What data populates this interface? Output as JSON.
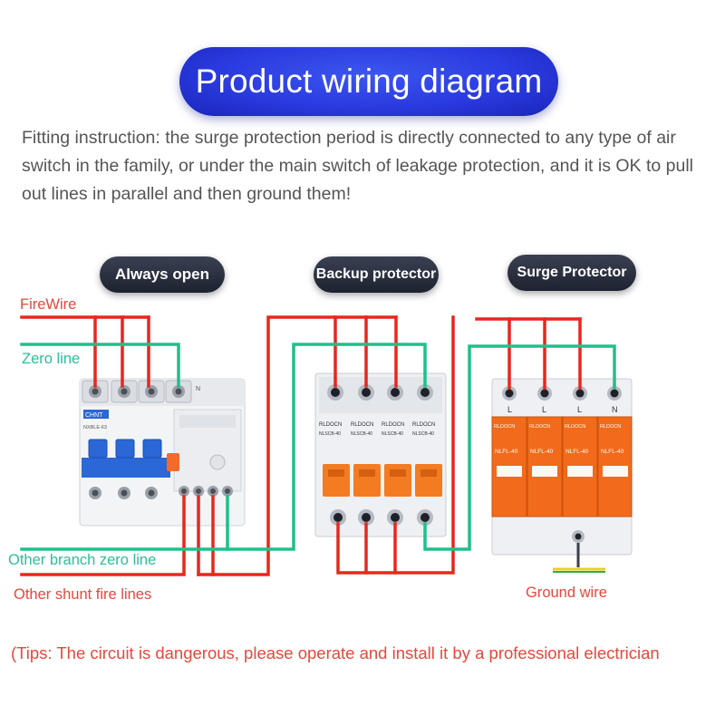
{
  "title": "Product wiring diagram",
  "instruction": "Fitting instruction: the surge protection period is directly connected to any type of air switch in the family, or under the main switch of leakage protection, and it is OK to pull out lines in parallel and then ground them!",
  "devices": {
    "always_open": "Always open",
    "backup_protector": "Backup protector",
    "surge_protector": "Surge Protector"
  },
  "wire_labels": {
    "fire_wire": "FireWire",
    "zero_line": "Zero line",
    "other_branch_zero": "Other branch zero line",
    "other_shunt_fire": "Other shunt fire lines",
    "ground_wire": "Ground wire"
  },
  "tips": "(Tips: The circuit is dangerous, please operate and install it by a professional electrician",
  "breaker": {
    "brand": "CHNT",
    "model": "NXBLE-63",
    "n_label": "N"
  },
  "backup": {
    "brand": "RLDOCN",
    "model": "NLSCB-40"
  },
  "surge": {
    "brand": "RLDOCN",
    "model": "NLFL-40",
    "terminal_labels": [
      "L",
      "L",
      "L",
      "N"
    ]
  },
  "colors": {
    "fire": "#e8271d",
    "zero": "#1fc08a",
    "ground_yellow": "#e8d21c",
    "ground_green": "#3aa84a",
    "title_blue": "#2a3be0",
    "surge_orange": "#f26a1b",
    "backup_orange": "#f37b22",
    "breaker_blue": "#2b67d6"
  }
}
